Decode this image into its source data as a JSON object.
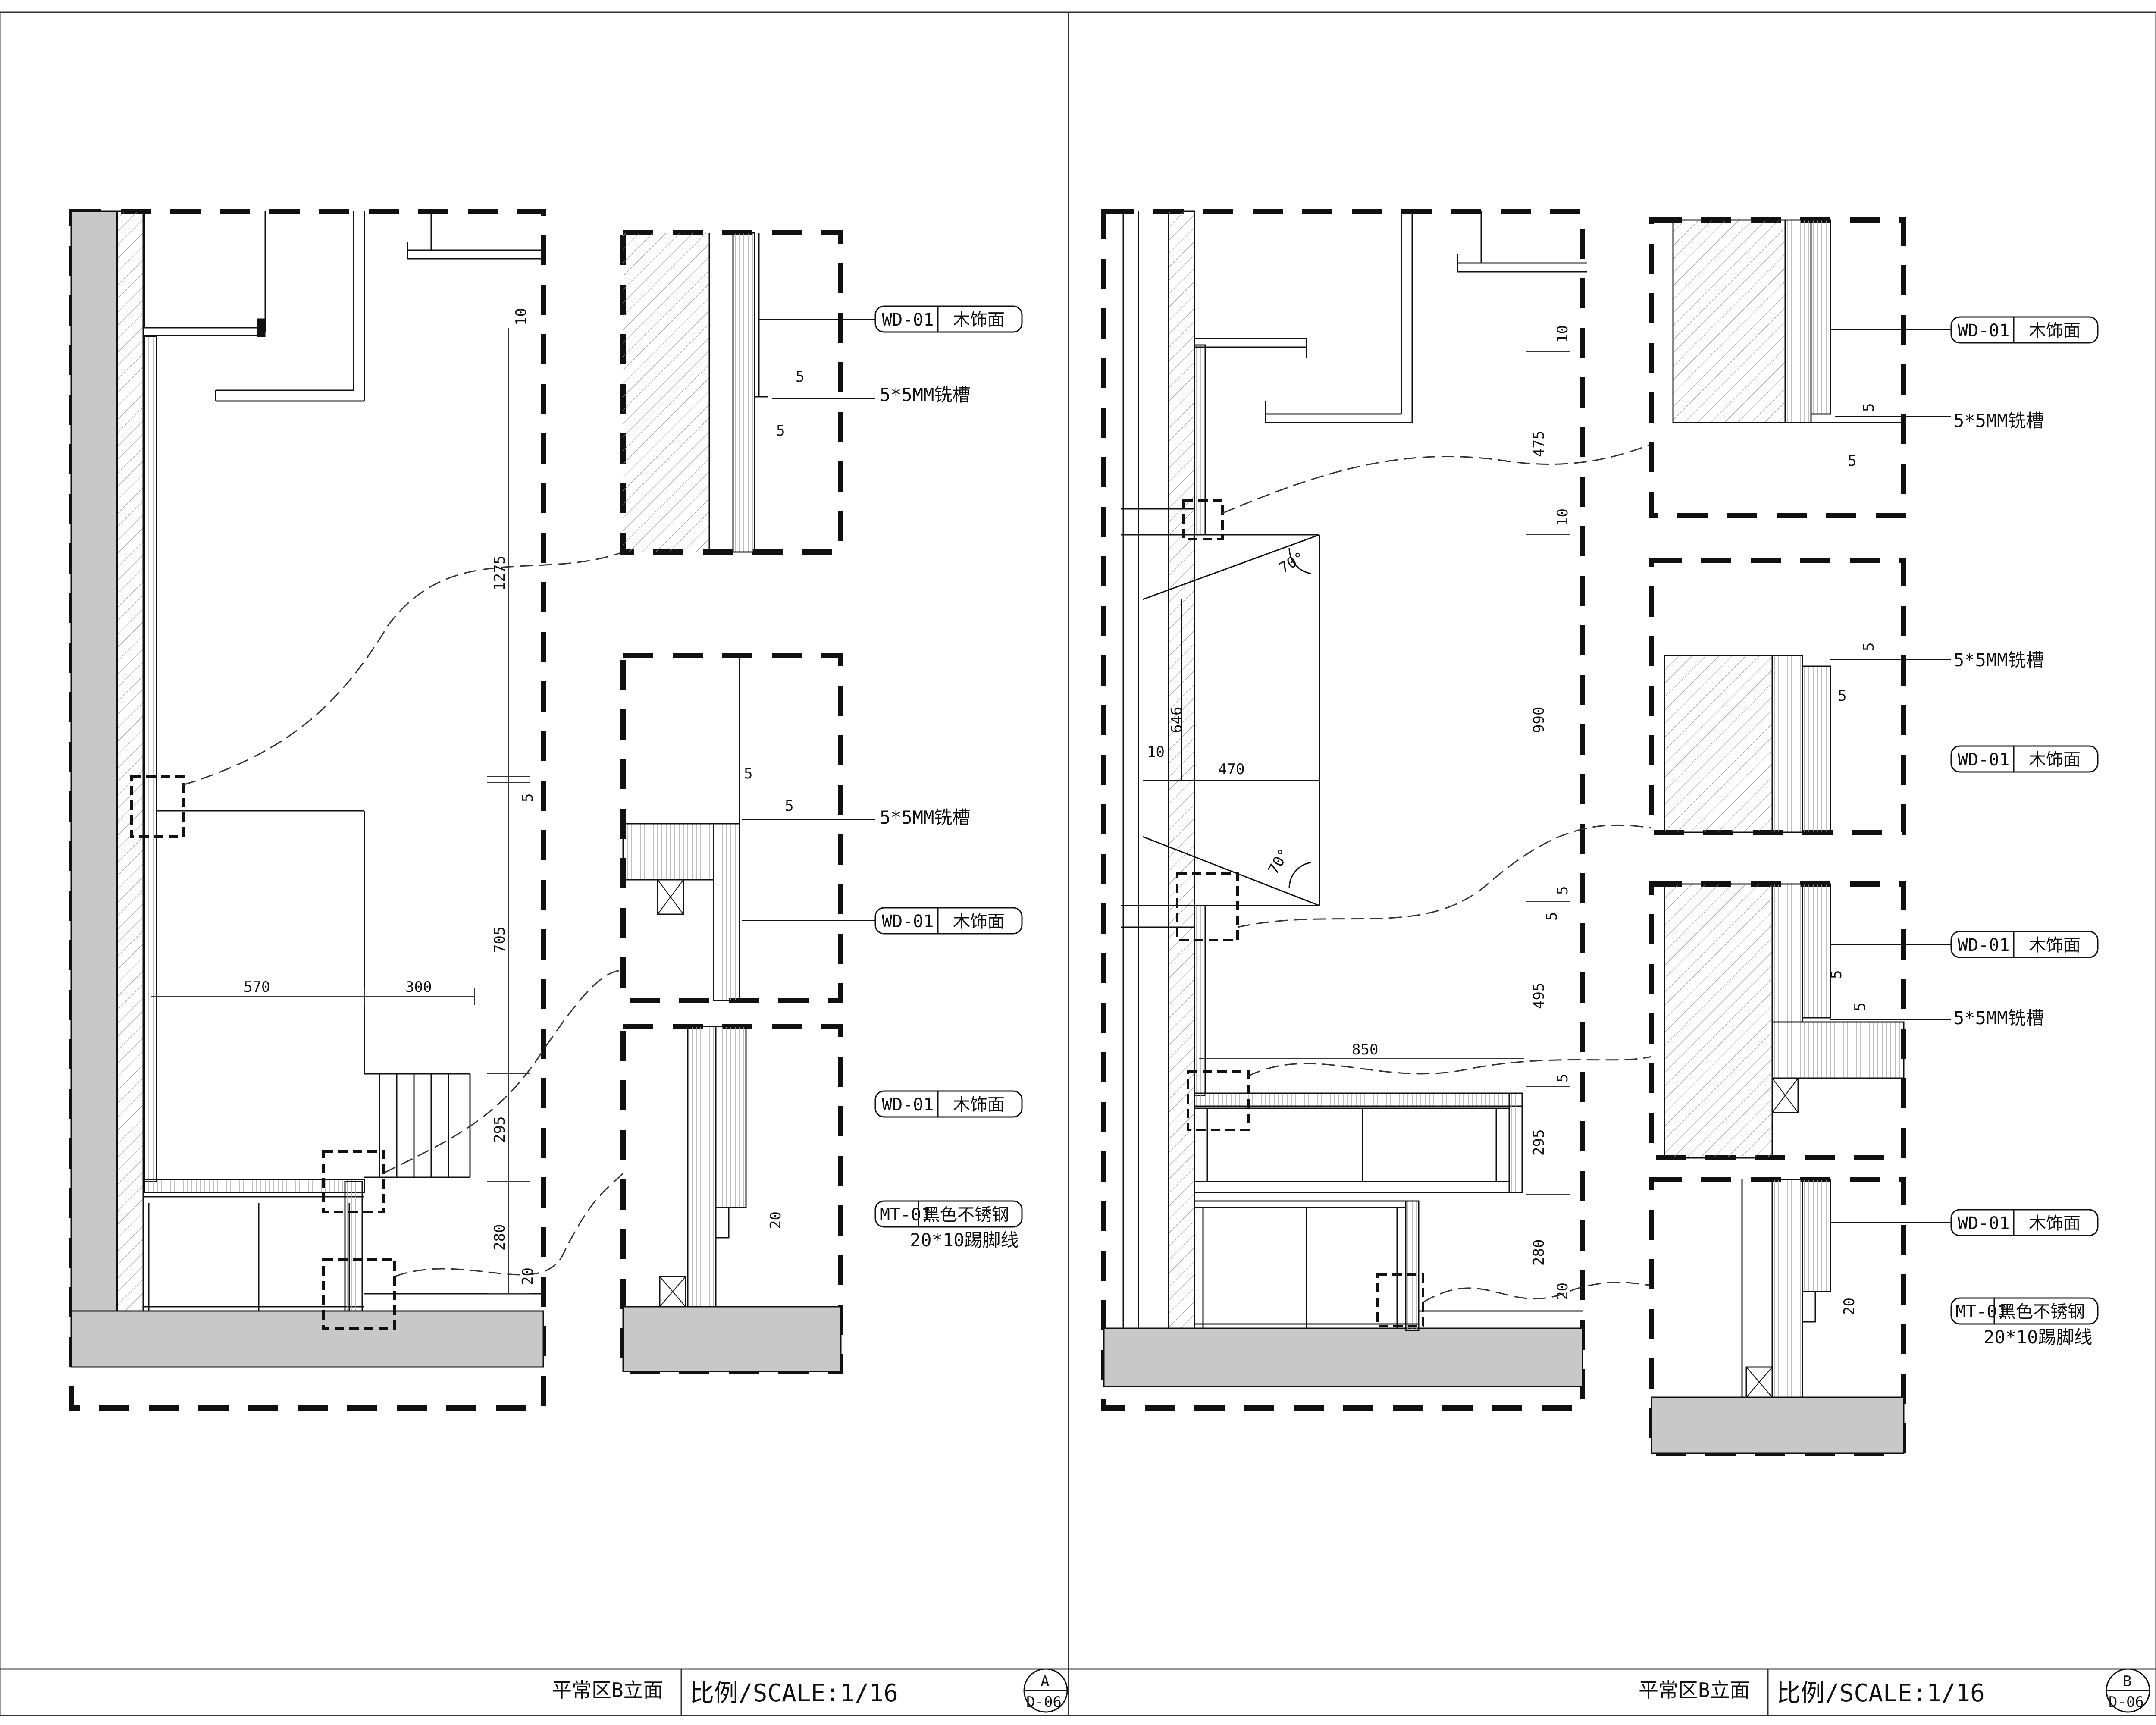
{
  "panels": [
    {
      "id": "A",
      "title": "平常区B立面",
      "scale_label": "比例/SCALE:1/16",
      "marker_letter": "A",
      "marker_sheet": "D-06",
      "dimensions": {
        "v1": "10",
        "v2": "1275",
        "v3": "5",
        "v4": "705",
        "v5": "295",
        "v6": "280",
        "v7": "20",
        "h1": "570",
        "h2": "300"
      },
      "details": [
        {
          "groove": "5*5MM铣槽",
          "g1": "5",
          "g2": "5",
          "finish_code": "WD-01",
          "finish_name": "木饰面"
        },
        {
          "groove": "5*5MM铣槽",
          "g1": "5",
          "g2": "5",
          "finish_code": "WD-01",
          "finish_name": "木饰面"
        },
        {
          "finish_code": "WD-01",
          "finish_name": "木饰面",
          "metal_code": "MT-01",
          "metal_name": "黑色不锈钢",
          "kick": "20*10踢脚线",
          "h": "20"
        }
      ]
    },
    {
      "id": "B",
      "title": "平常区B立面",
      "scale_label": "比例/SCALE:1/16",
      "marker_letter": "B",
      "marker_sheet": "D-06",
      "dimensions": {
        "v1": "10",
        "v2": "475",
        "v3": "10",
        "v4": "990",
        "v5": "5",
        "v6": "5",
        "v7": "495",
        "v8": "5",
        "v9": "295",
        "v10": "280",
        "v11": "20",
        "h1": "646",
        "h2": "10",
        "h3": "470",
        "h4": "850",
        "angle1": "70°",
        "angle2": "70°"
      },
      "details": [
        {
          "finish_code": "WD-01",
          "finish_name": "木饰面",
          "groove": "5*5MM铣槽",
          "g1": "5",
          "g2": "5"
        },
        {
          "groove": "5*5MM铣槽",
          "g1": "5",
          "g2": "5",
          "finish_code": "WD-01",
          "finish_name": "木饰面"
        },
        {
          "finish_code": "WD-01",
          "finish_name": "木饰面",
          "groove": "5*5MM铣槽",
          "g1": "5",
          "g2": "5"
        },
        {
          "finish_code": "WD-01",
          "finish_name": "木饰面",
          "metal_code": "MT-01",
          "metal_name": "黑色不锈钢",
          "kick": "20*10踢脚线",
          "h": "20"
        }
      ]
    }
  ],
  "colors": {
    "line": "#111111",
    "fill_gray": "#c8c8c8",
    "hatch": "#888888"
  }
}
